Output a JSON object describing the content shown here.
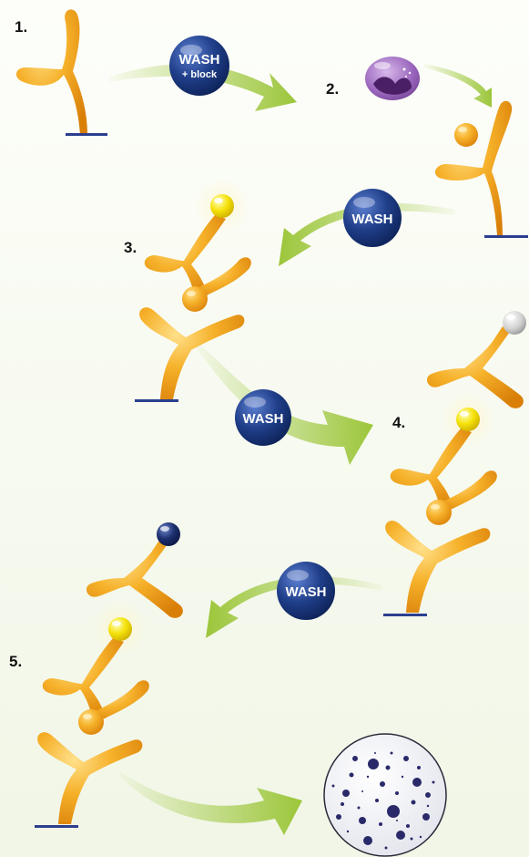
{
  "steps": {
    "step1": "1.",
    "step2": "2.",
    "step3": "3.",
    "step4": "4.",
    "step5": "5."
  },
  "wash": {
    "wash1_line1": "WASH",
    "wash1_line2": "+ block",
    "wash2": "WASH",
    "wash3": "WASH",
    "wash4": "WASH"
  },
  "colors": {
    "antibody": "#f3a51c",
    "wash_ball": "#1e3a7a",
    "arrow": "#9cc63a",
    "membrane": "#2b3f8f",
    "cell": "#7c4a9c",
    "yellow_label": "#f5e20a",
    "grey_label": "#c8c8c8",
    "blue_label": "#1c2f6e",
    "spot": "#2a2a6a"
  },
  "icons": {
    "antibody": "antibody-icon",
    "cell": "cell-icon",
    "well": "well-spots-icon"
  }
}
